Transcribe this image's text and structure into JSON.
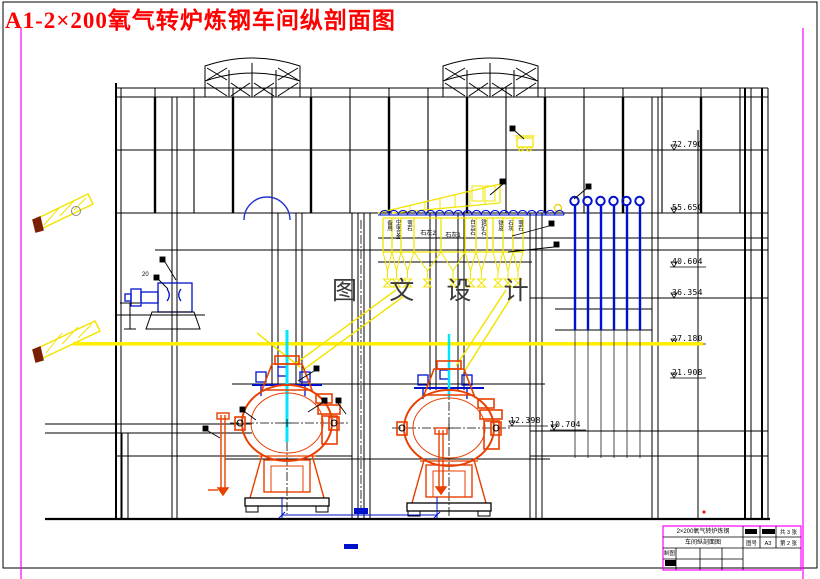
{
  "title": "A1-2×200氧气转炉炼钢车间纵剖面图",
  "watermark": "图 文 设 计",
  "elevations": [
    "72.790",
    "55.650",
    "40.604",
    "36.354",
    "27.180",
    "21.908",
    "12.398",
    "10.704"
  ],
  "hopper_labels": [
    "备用",
    "中废合金",
    "萤石",
    "石灰2",
    "石灰1",
    "白云石",
    "铁矿石",
    "铁皮",
    "石灰",
    "萤石"
  ],
  "machine_note": "20",
  "title_block": {
    "project_line1": "2×200氧气转炉炼钢",
    "project_line2": "车间纵剖面图",
    "drawing_no_label": "图号",
    "drawing_no": "A3",
    "sheets_total": "共 3 张",
    "sheet_no": "第 2 张",
    "drawn_label": "制图"
  },
  "colors": {
    "title_red": "#fe0000",
    "frame_magenta": "#ff00ff",
    "line_black": "#000000",
    "equipment_yellow": "#f2e400",
    "lance_blue": "#0011cc",
    "lance_cyan": "#00e6ff",
    "converter_orange": "#e84000",
    "watermark_gray": "#3a3a3a"
  }
}
